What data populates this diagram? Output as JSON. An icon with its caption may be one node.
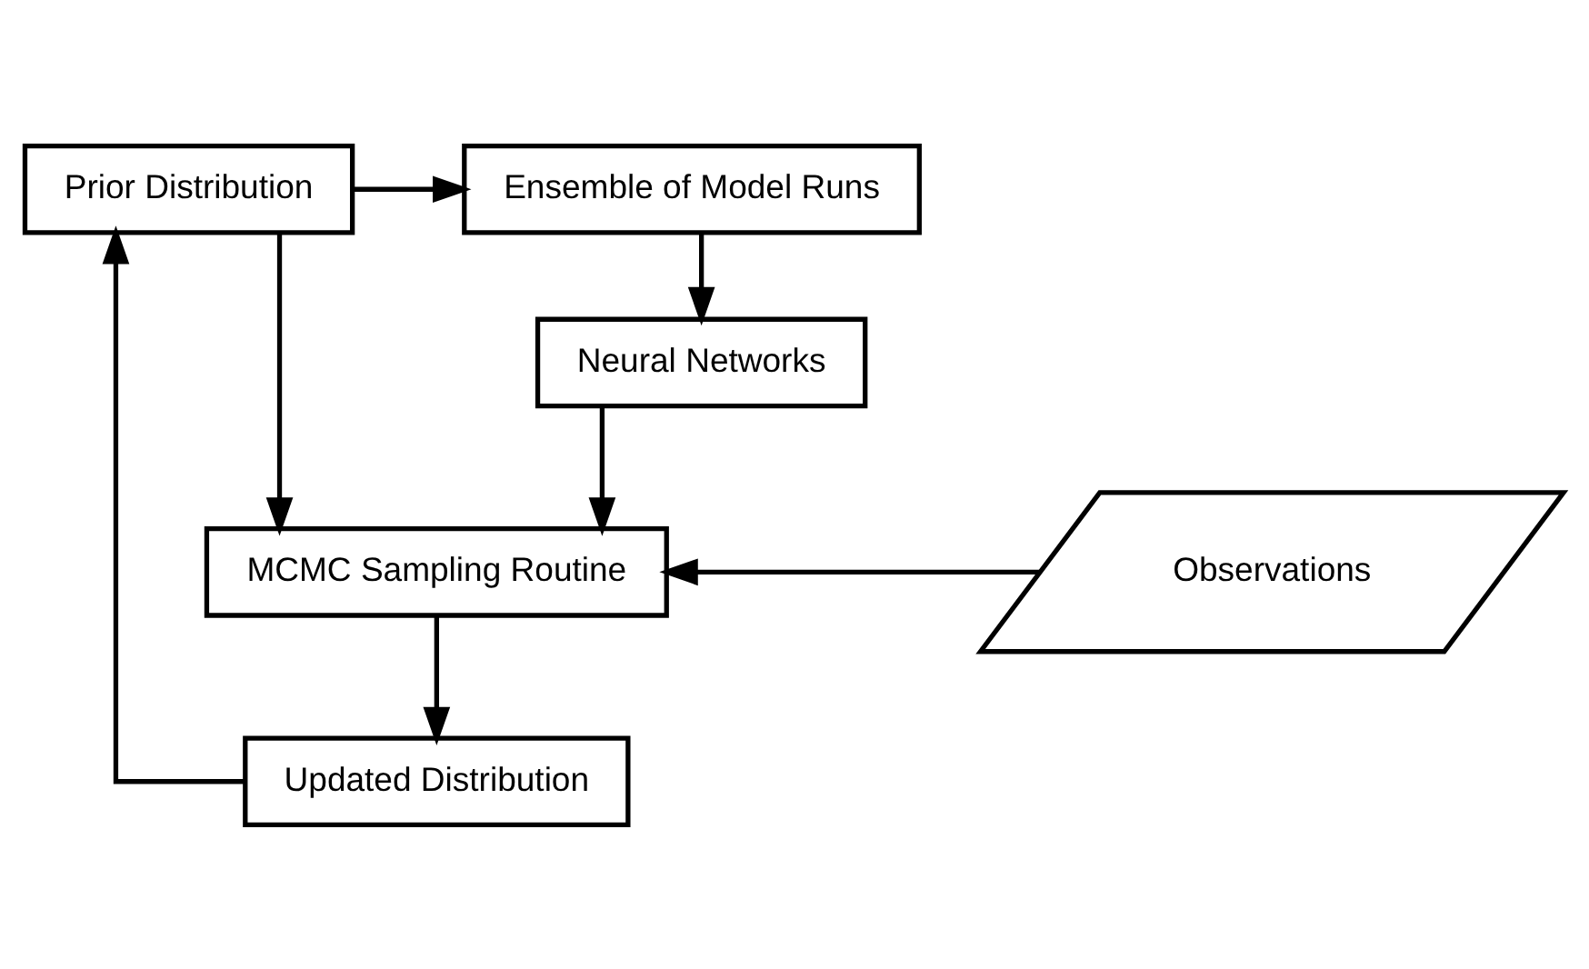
{
  "diagram": {
    "nodes": [
      {
        "text": [
          "Prior Distribution"
        ]
      },
      {
        "text": [
          "Ensemble of Model Runs"
        ]
      },
      {
        "text": [
          "Neural Networks"
        ]
      },
      {
        "text": [
          "MCMC Sampling Routine"
        ]
      },
      {
        "text": [
          "Observations"
        ]
      },
      {
        "text": [
          "Updated Distribution"
        ]
      }
    ],
    "edges": [
      {
        "from": 0,
        "to": 1,
        "arrow": "to"
      },
      {
        "from": 1,
        "to": 2,
        "arrow": "to"
      },
      {
        "from": 2,
        "to": 3,
        "arrow": "to"
      },
      {
        "from": 0,
        "to": 3,
        "arrow": "to"
      },
      {
        "from": 4,
        "to": 3,
        "arrow": "to"
      },
      {
        "from": 3,
        "to": 5,
        "arrow": "to"
      },
      {
        "from": 5,
        "to": 0,
        "arrow": "to"
      }
    ]
  }
}
